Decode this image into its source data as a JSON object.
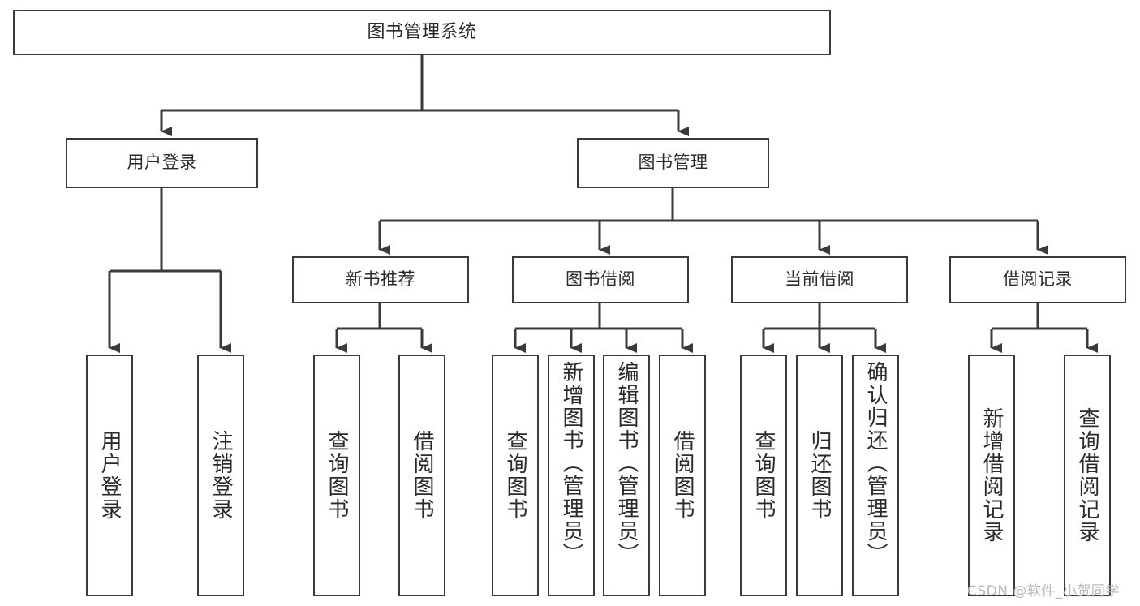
{
  "diagram": {
    "title": "图书管理系统",
    "type": "tree",
    "root": {
      "label": "图书管理系统"
    },
    "level2": [
      {
        "label": "用户登录"
      },
      {
        "label": "图书管理"
      }
    ],
    "level3": [
      {
        "label": "新书推荐"
      },
      {
        "label": "图书借阅"
      },
      {
        "label": "当前借阅"
      },
      {
        "label": "借阅记录"
      }
    ],
    "leaves": {
      "user_login": [
        {
          "label": "用户登录"
        },
        {
          "label": "注销登录"
        }
      ],
      "new_book": [
        {
          "label": "查询图书"
        },
        {
          "label": "借阅图书"
        }
      ],
      "book_borrow": [
        {
          "label": "查询图书"
        },
        {
          "label": "新增图书（管理员）"
        },
        {
          "label": "编辑图书（管理员）"
        },
        {
          "label": "借阅图书"
        }
      ],
      "current_borrow": [
        {
          "label": "查询图书"
        },
        {
          "label": "归还图书"
        },
        {
          "label": "确认归还（管理员）"
        }
      ],
      "borrow_record": [
        {
          "label": "新增借阅记录"
        },
        {
          "label": "查询借阅记录"
        }
      ]
    }
  },
  "watermark": {
    "text": "CSDN @软件_小贺同学"
  },
  "colors": {
    "stroke": "#3a3a3a",
    "text": "#2b2b2b",
    "background": "#ffffff",
    "watermark": "#b9b9b9"
  }
}
